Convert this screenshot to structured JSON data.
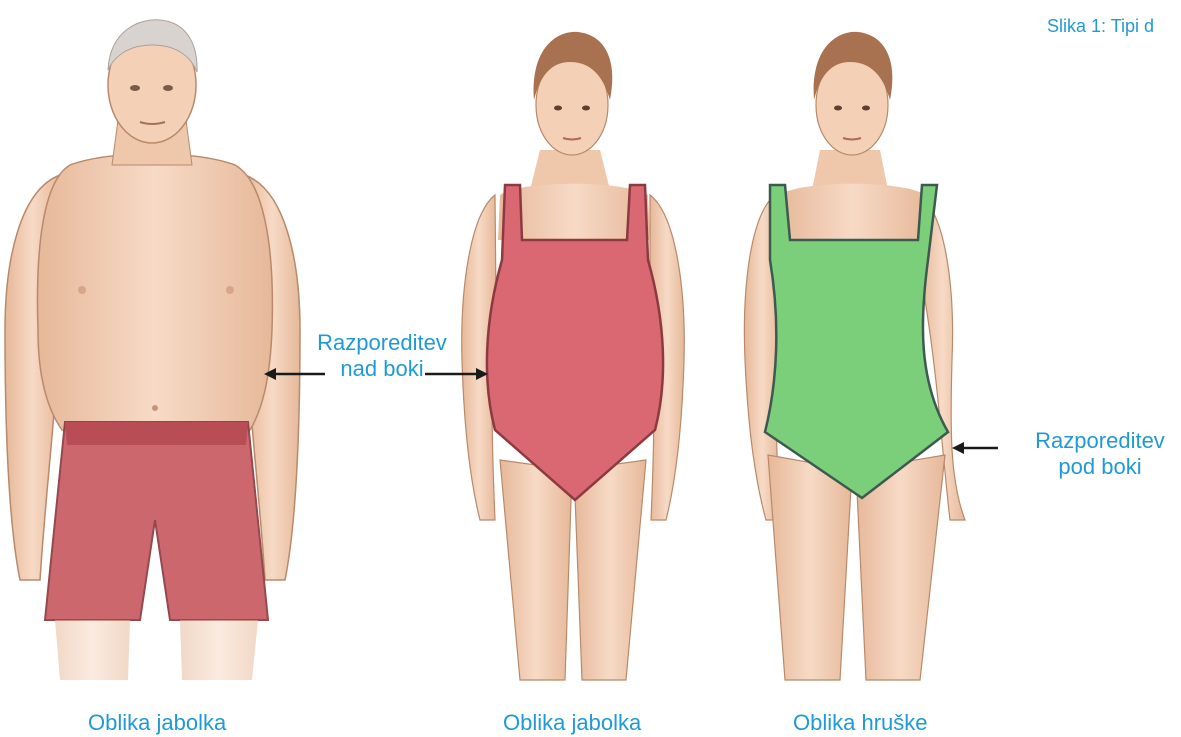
{
  "caption": "Slika 1: Tipi d",
  "figures": [
    {
      "name": "Oblika jabolka"
    },
    {
      "name": "Oblika jabolka"
    },
    {
      "name": "Oblika hruške"
    }
  ],
  "annotations": {
    "above_hips_line1": "Razporeditev",
    "above_hips_line2": "nad boki",
    "below_hips_line1": "Razporeditev",
    "below_hips_line2": "pod boki"
  },
  "colors": {
    "text": "#1f9ad6",
    "skin": "#f4d2b8",
    "skin_shadow": "#e3b496",
    "hair_man": "#d8d3cf",
    "hair_woman": "#a8714f",
    "shorts": "#c95b62",
    "swimsuit_red": "#d96872",
    "swimsuit_green": "#7ccf7a",
    "arrow": "#1a1a1a"
  }
}
